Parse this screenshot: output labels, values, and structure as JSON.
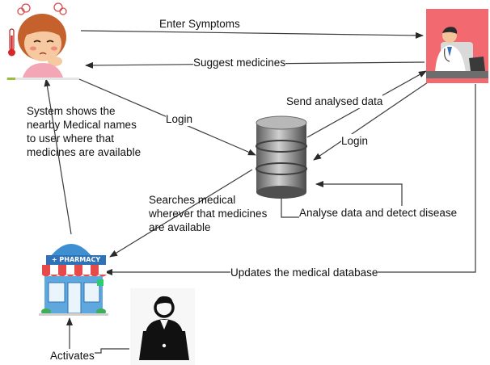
{
  "labels": {
    "enter_symptoms": "Enter Symptoms",
    "suggest_medicines": "Suggest medicines",
    "send_analysed_data": "Send analysed data",
    "login_patient": "Login",
    "login_doctor": "Login",
    "system_shows": "System shows the nearby Medical names to user where that medicines are available",
    "searches_medical": "Searches medical wherever that medicines are available",
    "analyse_detect": "Analyse data and detect disease",
    "updates_db": "Updates the medical database",
    "activates": "Activates"
  },
  "pharmacy": {
    "sign_text": "+ PHARMACY"
  },
  "colors": {
    "arrow": "#3a3a3a",
    "doctor_bg": "#f26a6f",
    "pharmacy_blue": "#3d8fd1",
    "awning_red": "#e84a4a",
    "db_gray": "#8c8c8c"
  }
}
